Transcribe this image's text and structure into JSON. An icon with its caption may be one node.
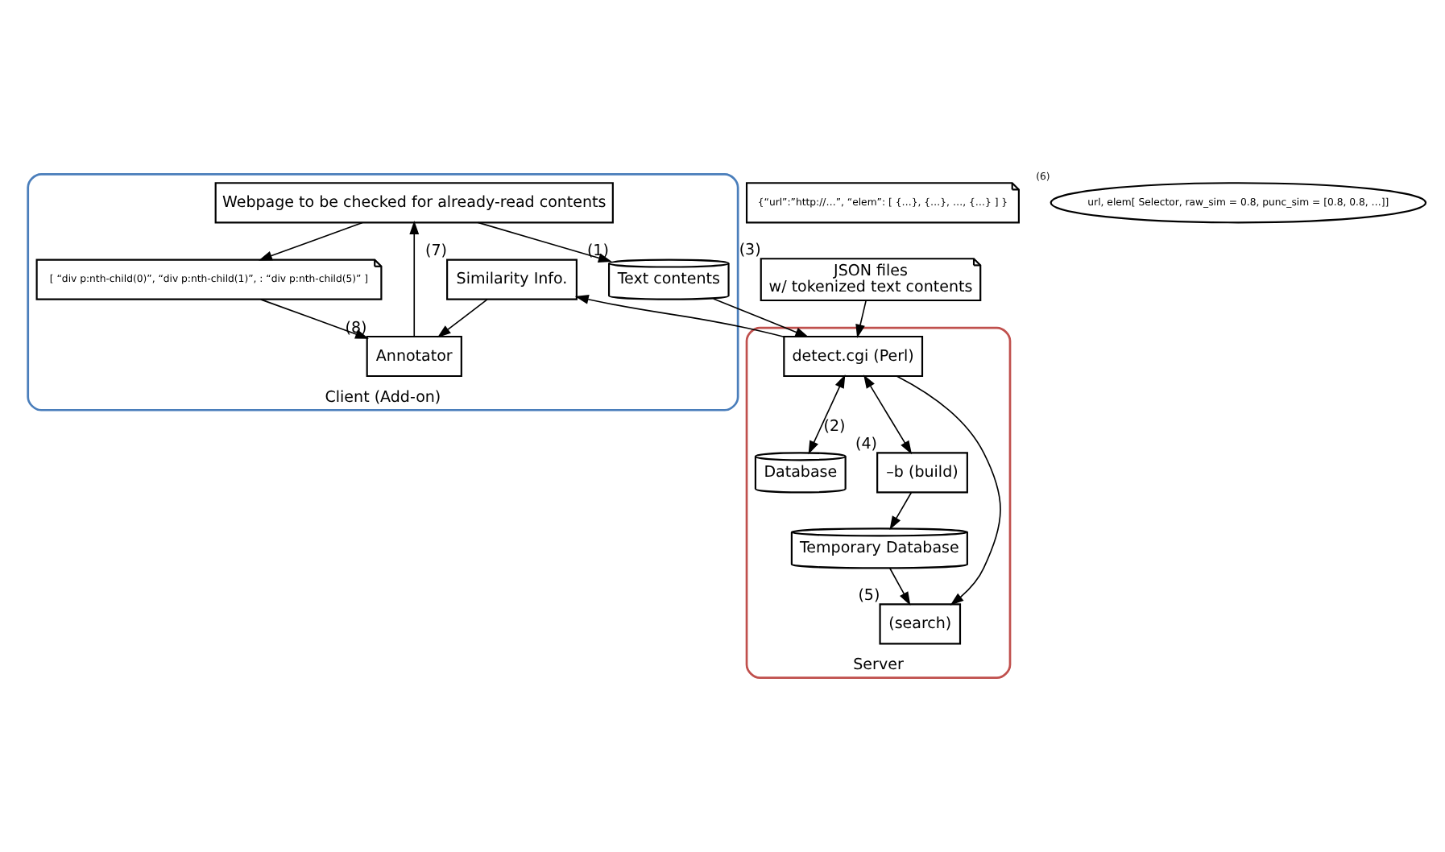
{
  "diagram": {
    "nodes": [
      {
        "text": [
          "Client (Add-on)"
        ]
      },
      {
        "text": [
          "Webpage to be checked for already-read contents"
        ],
        "in": 0
      },
      {
        "text": [
          "[ “div p:nth-child(0)”, “div p:nth-child(1)”, : “div p:nth-child(5)” ]"
        ],
        "in": 0
      },
      {
        "text": [
          "Text contents"
        ],
        "in": 0,
        "beside": [
          "(1)"
        ]
      },
      {
        "text": [
          "Annotator"
        ],
        "in": 0,
        "beside": [
          "(8)"
        ]
      },
      {
        "text": [
          "Similarity Info."
        ],
        "in": 0,
        "beside": [
          "(7)"
        ]
      },
      {
        "text": [
          "Server"
        ]
      },
      {
        "text": [
          "detect.cgi (Perl)"
        ],
        "in": 6
      },
      {
        "text": [
          "Database"
        ],
        "in": 6
      },
      {
        "text": [
          "JSON files",
          "w/ tokenized text contents"
        ],
        "beside": [
          "(3)"
        ]
      },
      {
        "text": [
          "–b (build)"
        ],
        "in": 6,
        "beside": [
          "(4)"
        ]
      },
      {
        "text": [
          "(search)"
        ],
        "in": 6,
        "beside": [
          "(5)"
        ]
      },
      {
        "text": [
          "Temporary Database"
        ],
        "in": 6
      },
      {
        "text": [
          "{“url”:”http://…”, “elem”: [ {…}, {…}, …, {…} ] }"
        ]
      },
      {
        "text": [
          "url, elem[ Selector, raw_sim = 0.8, punc_sim = [0.8, 0.8, …]]"
        ],
        "beside": [
          "(6)"
        ]
      }
    ],
    "edges": [
      {
        "from": 1,
        "to": 2,
        "arrow": "to"
      },
      {
        "from": 1,
        "to": 3,
        "arrow": "to"
      },
      {
        "from": 2,
        "to": 4,
        "arrow": "to"
      },
      {
        "from": 4,
        "to": 1,
        "arrow": "to"
      },
      {
        "from": 5,
        "to": 4,
        "arrow": "to"
      },
      {
        "from": 3,
        "to": 7,
        "arrow": "to"
      },
      {
        "from": 7,
        "to": 5,
        "arrow": "to"
      },
      {
        "from": 7,
        "to": 8,
        "arrow": "both",
        "label": "(2)"
      },
      {
        "from": 9,
        "to": 7,
        "arrow": "to"
      },
      {
        "from": 7,
        "to": 10,
        "arrow": "both"
      },
      {
        "from": 7,
        "to": 11,
        "arrow": "to"
      },
      {
        "from": 10,
        "to": 12,
        "arrow": "to"
      },
      {
        "from": 12,
        "to": 11,
        "arrow": "to"
      }
    ]
  }
}
